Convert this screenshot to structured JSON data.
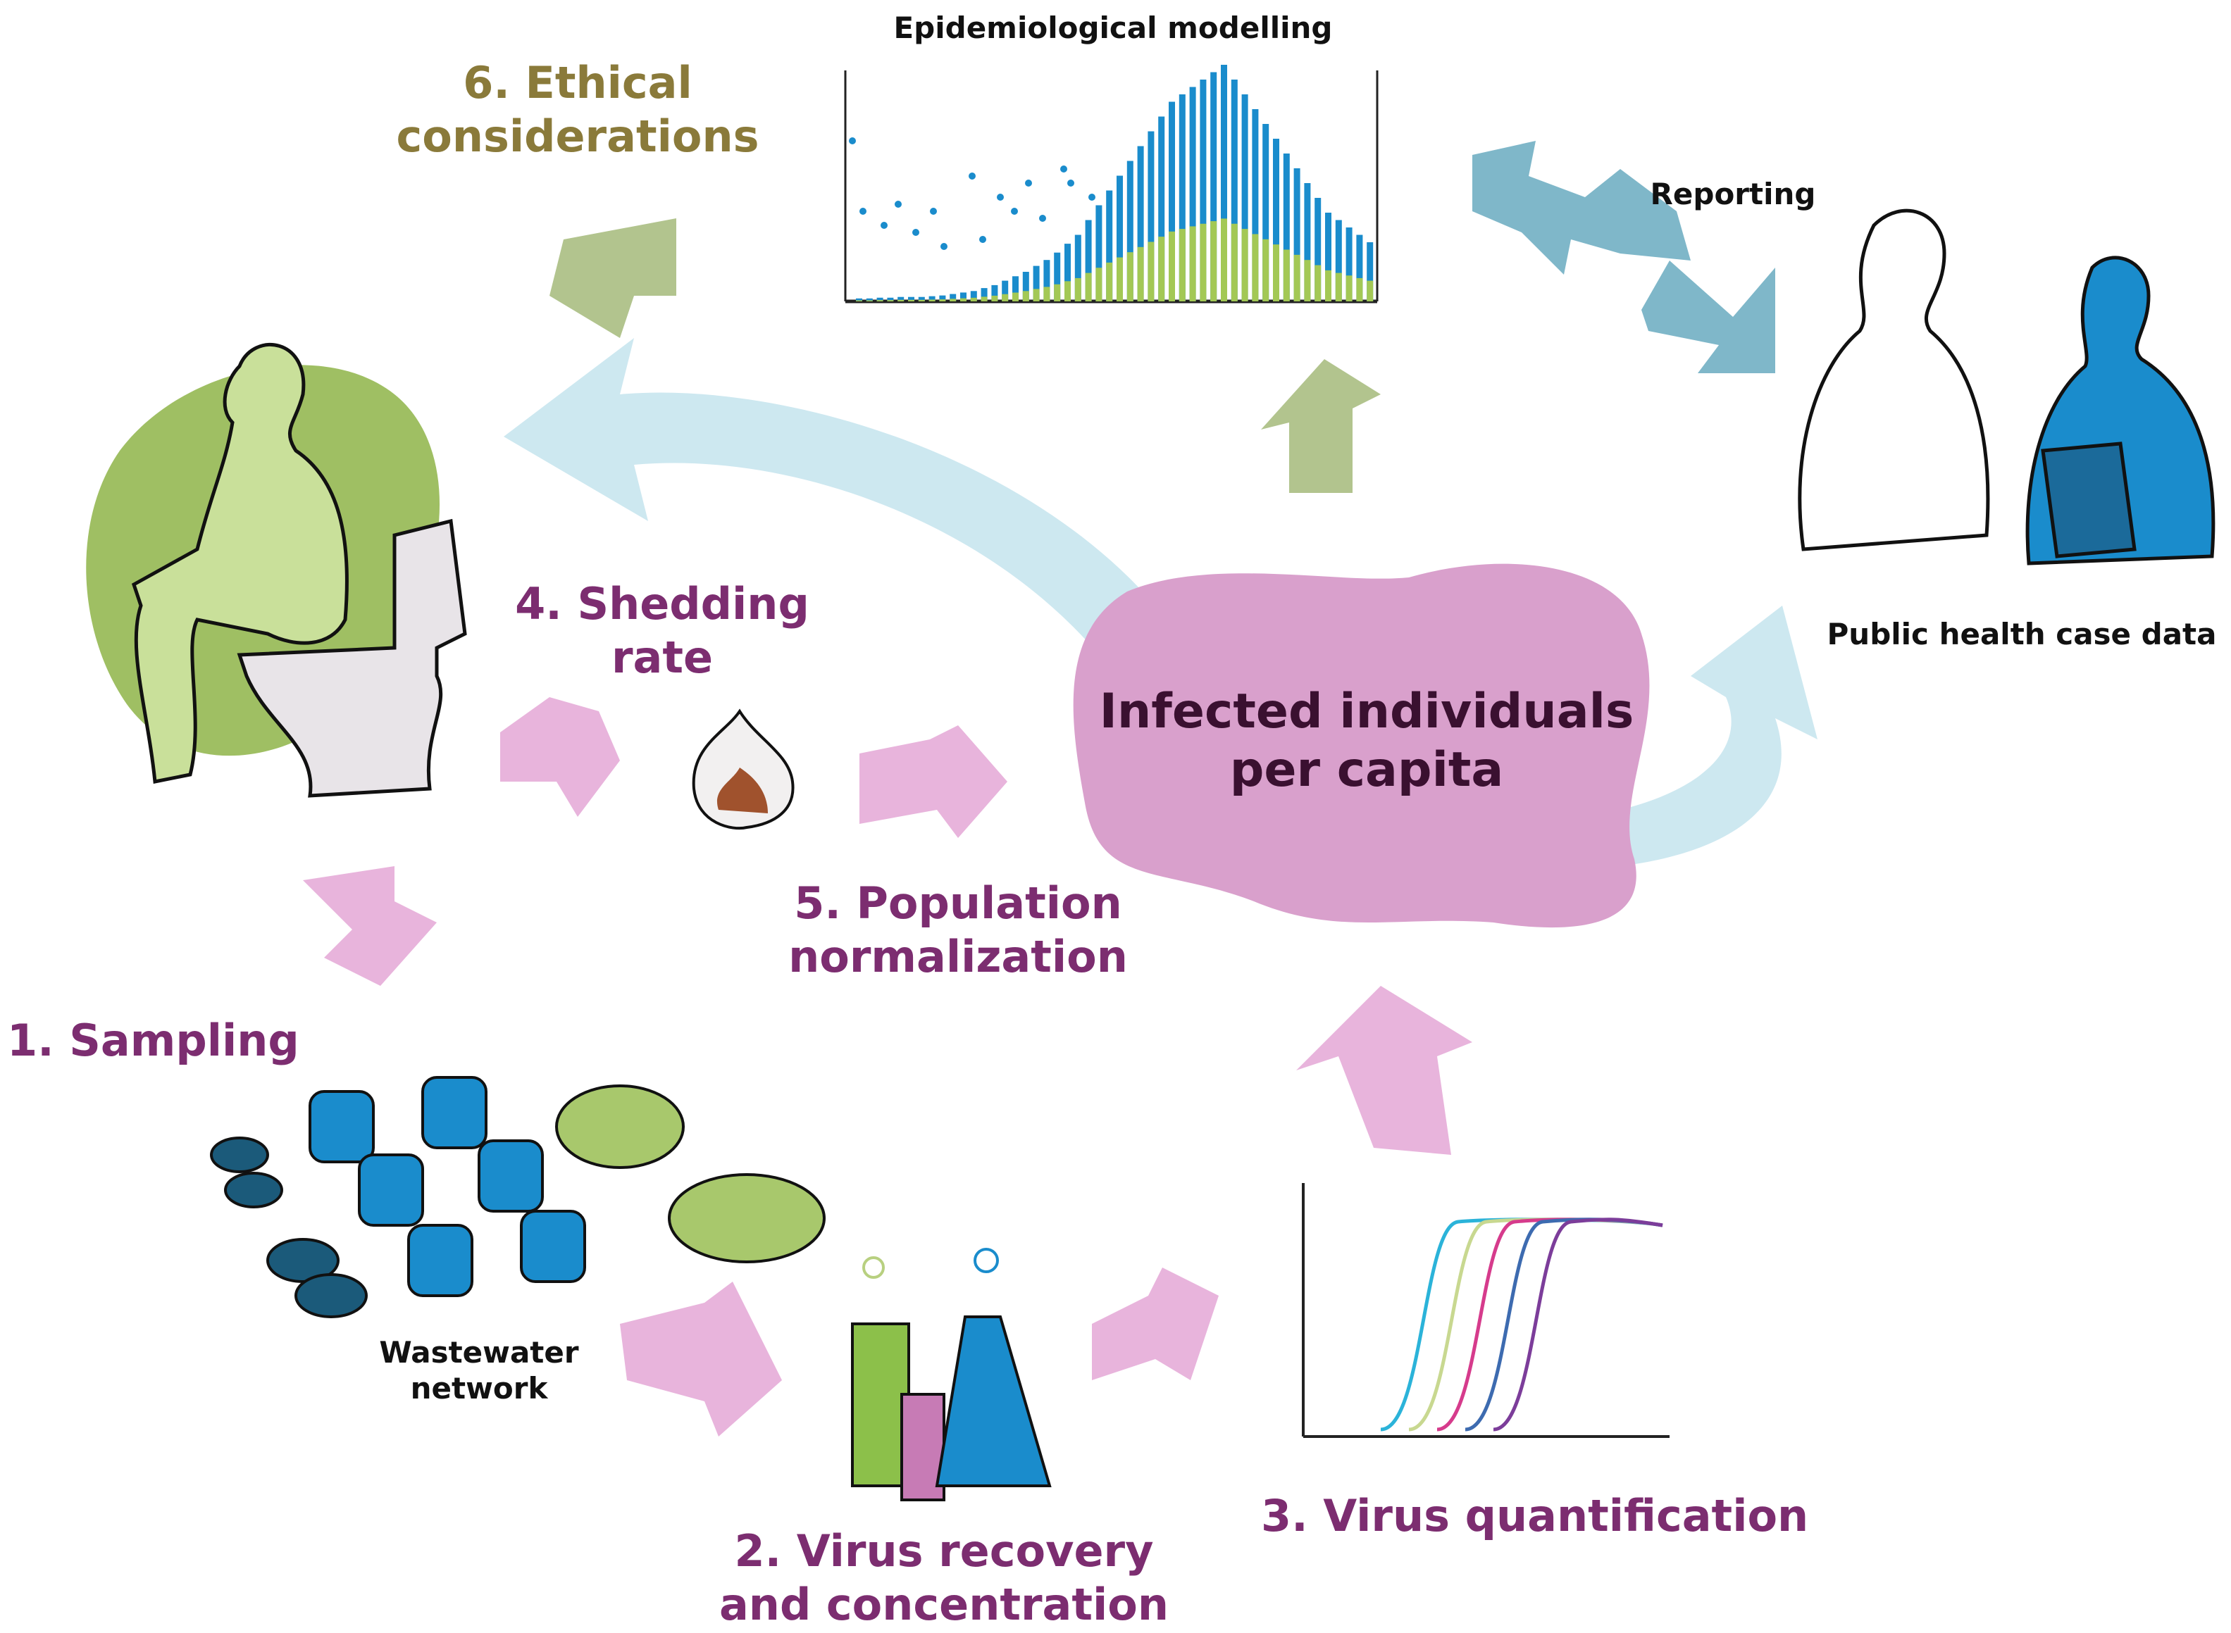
{
  "labels": {
    "epi_title": "Epidemiological modelling",
    "ethical_line1": "6. Ethical",
    "ethical_line2": "considerations",
    "reporting": "Reporting",
    "public_health": "Public health case data",
    "shedding_line1": "4. Shedding",
    "shedding_line2": "rate",
    "infected_line1": "Infected individuals",
    "infected_line2": "per capita",
    "population_line1": "5. Population",
    "population_line2": "normalization",
    "sampling": "1. Sampling",
    "wastewater_line1": "Wastewater",
    "wastewater_line2": "network",
    "recovery_line1": "2. Virus recovery",
    "recovery_line2": "and concentration",
    "quantification": "3. Virus quantification"
  },
  "colors": {
    "pink_arrow": "#e8b4dc",
    "light_blue_arrow": "#cde8f0",
    "teal_arrow": "#7fb7c9",
    "green_arrow": "#b2c48e",
    "blob": "#d9a0cc",
    "label_purple": "#7c2d70",
    "label_olive": "#8a7a3a",
    "bar_blue": "#1a8ccc",
    "bar_green": "#a3c855",
    "bar_pink": "#c77bb5",
    "person_green": "#c9e09a",
    "bg_green": "#9fbf63"
  },
  "icons": [
    "person-on-toilet",
    "stool-sample",
    "wastewater-tanks",
    "lab-flasks",
    "pcr-curves",
    "health-workers"
  ]
}
